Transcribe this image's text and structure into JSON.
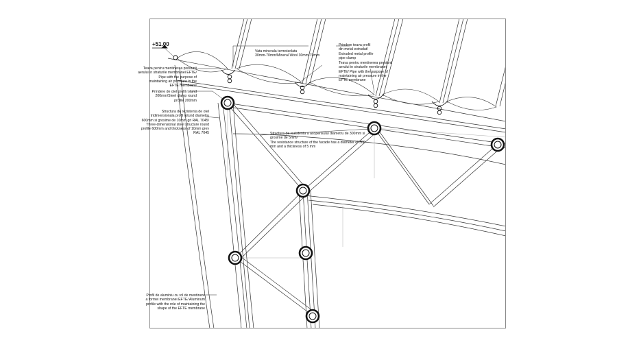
{
  "elevation": {
    "value": "+51.00"
  },
  "annotations": {
    "insulation": "Vata minerala termoizolata\n30mm-70mm/Mineral Wool 30mm-70mm",
    "extruded_profile": "Prindere teava profil\ndin metal extrudat/\nExtruded metal profile\npipe clamp",
    "air_pipe_right": "Teava pentru mentinerea presiunii\naerului in straturile membranei\nEFTE/ Pipe with the purpose of\nmaintaining air pressure in the\nEFTE membrane",
    "air_pipe_left": "Teava pentru mentinerea presiunii\naerului in straturile membranei EFTE/\nPipe with the purpose of\nmaintaining air pressure in the\nEFTE membrane",
    "steel_clamp": "Prindere de otel profil rotund\n200mm/Steel clamp round\nprofile 200mm",
    "steel_structure": "Structura de rezistenta de otel\ntridimensionala profil rotund diametru\n600mm si grosime de 10mm gri RAL 7045/\nThree-dimensional steel structure round\nprofile 600mm and thickness of 10mm grey\nRAL 7045",
    "facade_structure": "Structura de rezistenta a acoperisului diametru de 300mm si\ngrosime de 5mm/\nThe resistance structure of the facade has a diameter of 300\nmm and a thickness of 5 mm",
    "aluminum_profile": "Profil de aluminiu cu rol de mentinere\na formei membranei EFTE/ Aluminum\nprofile with the role of maintaining the\nshape of the EFTE membrane"
  }
}
